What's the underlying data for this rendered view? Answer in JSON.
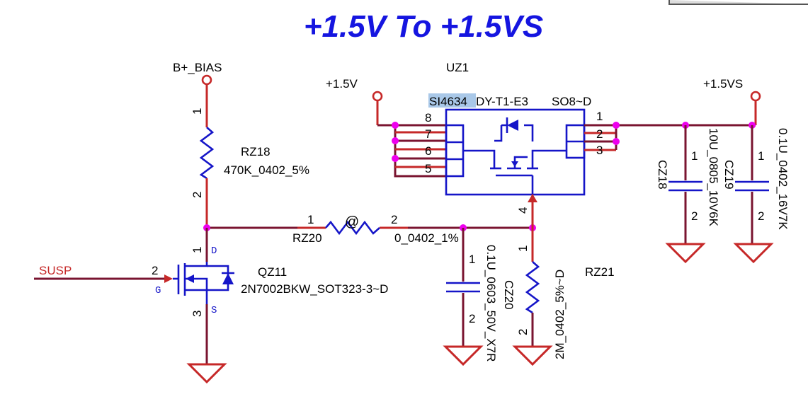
{
  "title": "+1.5V To +1.5VS",
  "nets": {
    "b_bias": "B+_BIAS",
    "v15": "+1.5V",
    "v15s": "+1.5VS",
    "susp": "SUSP"
  },
  "uz1": {
    "ref": "UZ1",
    "part_highlight": "SI4634",
    "part_rest": "DY-T1-E3",
    "package": "SO8~D",
    "pins": [
      "8",
      "7",
      "6",
      "5",
      "1",
      "2",
      "3",
      "4"
    ]
  },
  "rz18": {
    "ref": "RZ18",
    "value": "470K_0402_5%",
    "pin_top": "1",
    "pin_bottom": "2"
  },
  "rz20": {
    "ref": "RZ20",
    "value": "0_0402_1%",
    "pin_left": "1",
    "pin_right": "2",
    "mark": "@"
  },
  "rz21": {
    "ref": "RZ21",
    "value": "2M_0402_5%~D",
    "pin_top": "1",
    "pin_bottom": "2"
  },
  "cz18": {
    "ref": "CZ18",
    "value": "10U_0805_10V6K",
    "pin_top": "1",
    "pin_bottom": "2"
  },
  "cz19": {
    "ref": "CZ19",
    "value": "0.1U_0402_16V7K",
    "pin_top": "1",
    "pin_bottom": "2"
  },
  "cz20": {
    "ref": "CZ20",
    "value": "0.1U_0603_50V_X7R",
    "pin_top": "1",
    "pin_bottom": "2"
  },
  "qz11": {
    "ref": "QZ11",
    "value": "2N7002BKW_SOT323-3~D",
    "pin_drain": "1",
    "pin_gate": "2",
    "pin_source": "3",
    "label_d": "D",
    "label_g": "G",
    "label_s": "S"
  },
  "uz1_pin4": "4",
  "colors": {
    "title": "#1515e0",
    "wire": "#7a1430",
    "lead": "#c62828",
    "part": "#1515c8",
    "junction": "#ee00ee",
    "highlight": "#a9c8e8"
  }
}
